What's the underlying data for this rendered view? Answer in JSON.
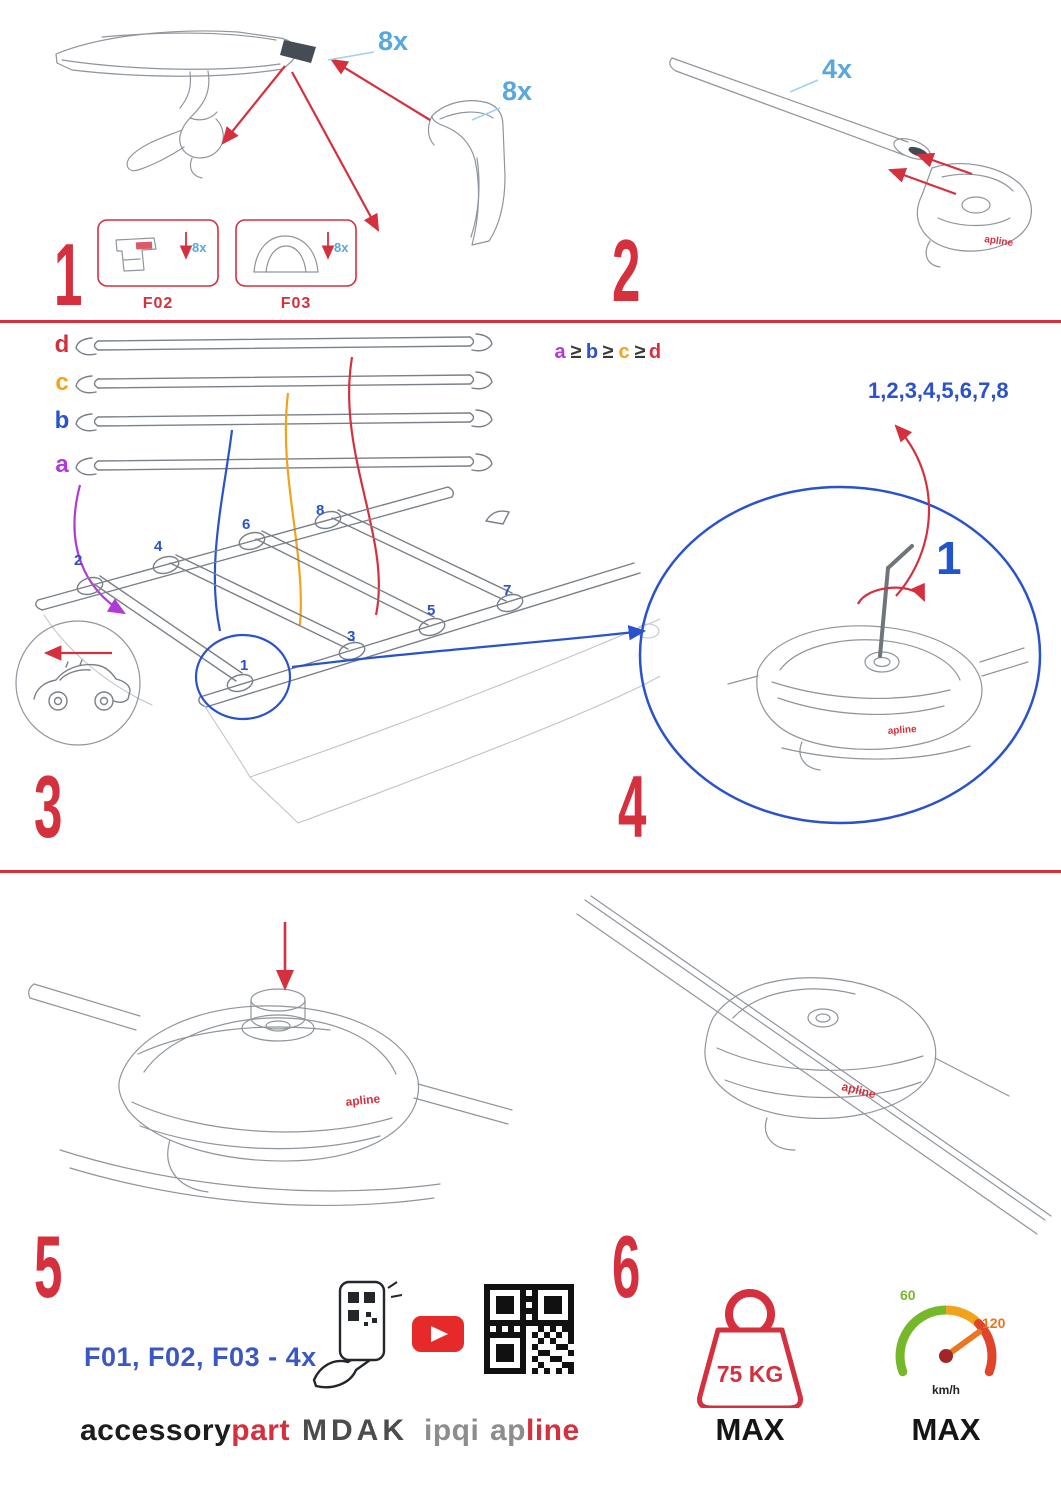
{
  "colors": {
    "accent_red": "#d5303e",
    "accent_blue": "#2a52cc",
    "label_blue": "#56a8de",
    "orange": "#f2a31b",
    "purple": "#b03ad6",
    "note_blue": "#3b57c4",
    "speed_green": "#76b82a",
    "speed_orange": "#e87722"
  },
  "step1": {
    "num": "1",
    "qty_pad": "8x",
    "qty_cover": "8x",
    "box1_qty": "8x",
    "box1_label": "F02",
    "box2_qty": "8x",
    "box2_label": "F03"
  },
  "step2": {
    "num": "2",
    "qty": "4x",
    "part_brand": "apline"
  },
  "step3": {
    "num": "3",
    "bar_a": "a",
    "bar_b": "b",
    "bar_c": "c",
    "bar_d": "d",
    "geq": "≥",
    "pos1": "1",
    "pos2": "2",
    "pos3": "3",
    "pos4": "4",
    "pos5": "5",
    "pos6": "6",
    "pos7": "7",
    "pos8": "8"
  },
  "step4": {
    "num": "4",
    "sequence": "1,2,3,4,5,6,7,8",
    "first": "1",
    "part_brand": "apline"
  },
  "step5": {
    "num": "5",
    "note": "F01, F02, F03 - 4x",
    "part_brand": "apline"
  },
  "step6": {
    "num": "6",
    "part_brand": "apline",
    "weight": "75 KG",
    "weight_max": "MAX",
    "speed_low": "60",
    "speed_high": "120",
    "speed_unit": "km/h",
    "speed_max": "MAX"
  },
  "brands": {
    "accessory": "accessory",
    "part": "part",
    "mdak": "MDAK",
    "ipqi": "ipqi",
    "apline_ap": "ap",
    "apline_line": "line"
  }
}
